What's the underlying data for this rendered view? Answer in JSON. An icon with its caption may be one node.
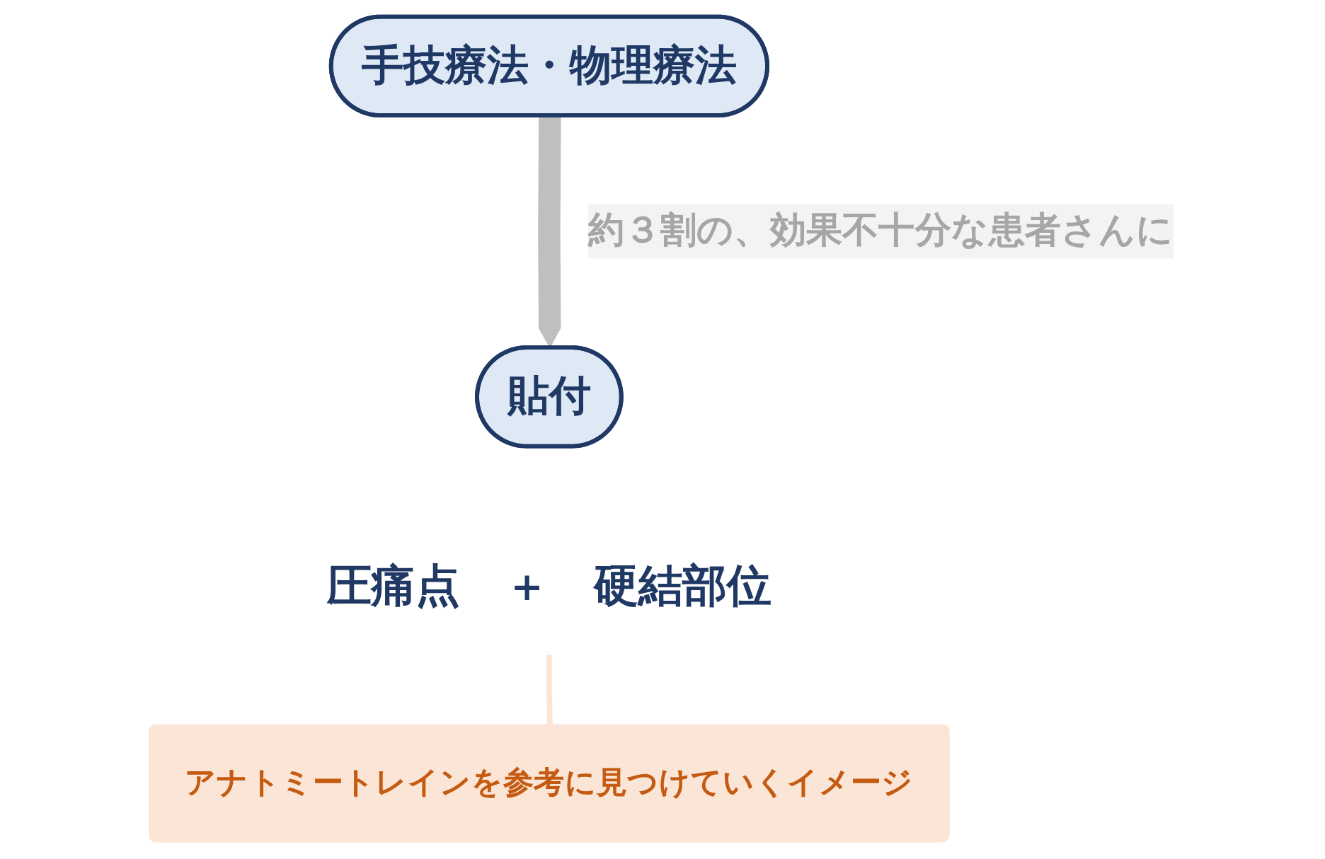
{
  "diagram": {
    "nodes": [
      {
        "text": [
          "手技療法・物理療法"
        ]
      },
      {
        "text": [
          "貼付"
        ]
      },
      {
        "text": [
          "圧痛点　＋　硬結部位"
        ]
      },
      {
        "text": [
          "アナトミートレインを参考に見つけていくイメージ"
        ]
      }
    ],
    "edges": [
      {
        "from": 0,
        "to": 1,
        "arrow": "to",
        "label": "約３割の、効果不十分な患者さんに",
        "style": "thick",
        "color": "#bfbfbf"
      },
      {
        "from": 2,
        "to": 3,
        "arrow": "none",
        "color": "#fbe5d6"
      }
    ]
  }
}
